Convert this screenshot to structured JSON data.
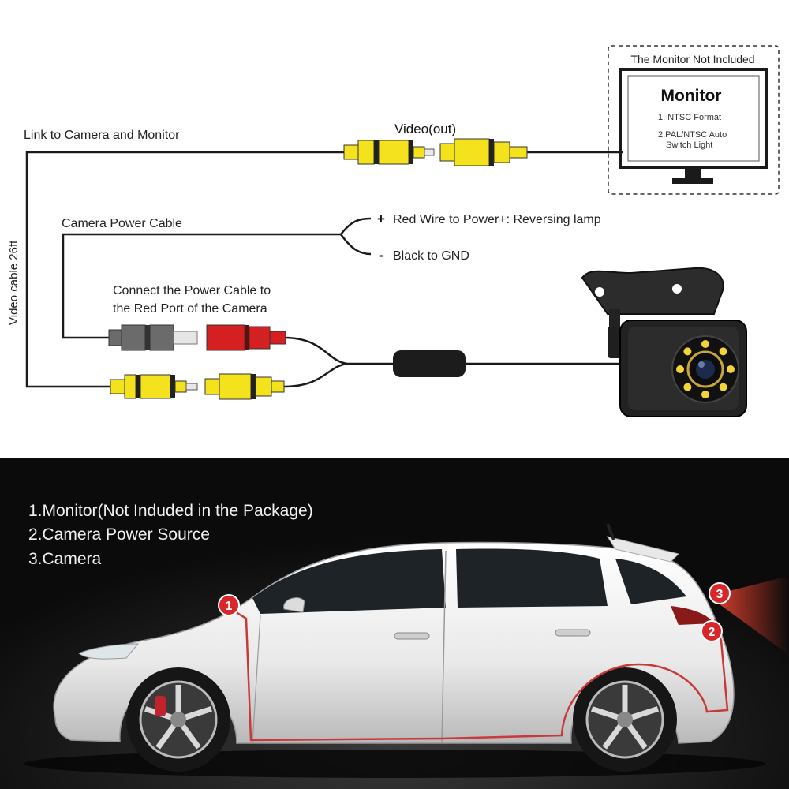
{
  "diagram": {
    "monitor_box": {
      "not_included_label": "The Monitor Not Included",
      "title": "Monitor",
      "spec_1": "1. NTSC Format",
      "spec_2_line1": "2.PAL/NTSC Auto",
      "spec_2_line2": "Switch Light"
    },
    "video_out_label": "Video(out)",
    "link_label": "Link to Camera and Monitor",
    "video_cable_label": "Video cable 26ft",
    "power_cable_label": "Camera Power Cable",
    "red_wire": {
      "sign": "+",
      "text": "Red Wire to Power+: Reversing lamp"
    },
    "black_wire": {
      "sign": "-",
      "text": "Black to GND"
    },
    "connect_note_line1": "Connect the Power Cable to",
    "connect_note_line2": "the Red Port of the Camera"
  },
  "scene": {
    "legend": [
      "1.Monitor(Not Induded in the Package)",
      "2.Camera Power Source",
      "3.Camera"
    ],
    "markers": [
      "1",
      "2",
      "3"
    ]
  },
  "colors": {
    "connector_yellow": "#f4e21c",
    "connector_red": "#d42020",
    "connector_gray": "#6b6b6b",
    "marker_red": "#d9262b",
    "route_line": "#c83a3a",
    "scene_background": "#0b0b0b"
  }
}
